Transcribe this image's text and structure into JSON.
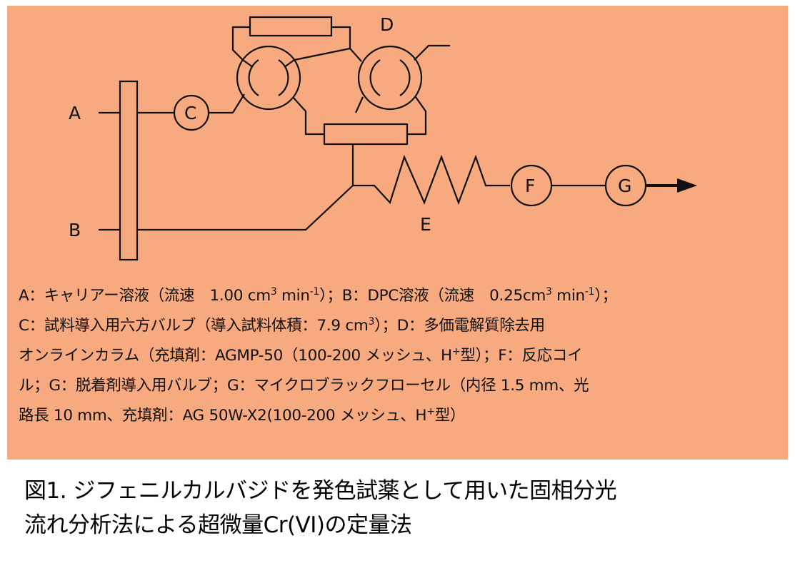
{
  "diagram": {
    "labels": {
      "A": "A",
      "B": "B",
      "C": "C",
      "D": "D",
      "E": "E",
      "F": "F",
      "G": "G"
    }
  },
  "legend": {
    "line1": {
      "part1": "A：キャリアー溶液（流速　1.00 cm",
      "sup1": "3",
      "part2": " min",
      "sup2": "-1",
      "part3": "）；B：DPC溶液（流速　0.25cm",
      "sup3": "3",
      "part4": " min",
      "sup4": "-1",
      "part5": "）；"
    },
    "line2": {
      "part1": "C：試料導入用六方バルブ（導入試料体積：7.9 cm",
      "sup1": "3",
      "part2": "）；D：多価電解質除去用"
    },
    "line3": {
      "part1": "オンラインカラム（充填剤：AGMP-50（100-200 メッシュ、H",
      "sup1": "+",
      "part2": "型）；F：反応コイ"
    },
    "line4": "ル；G：脱着剤導入用バルブ；G：マイクロブラックフローセル（内径 1.5 mm、光",
    "line5": {
      "part1": "路長 10 mm、充填剤：AG 50W-X2(100-200 メッシュ、H",
      "sup1": "+",
      "part2": "型）"
    }
  },
  "caption": {
    "line1": "図1. ジフェニルカルバジドを発色試薬として用いた固相分光",
    "line2": "流れ分析法による超微量Cr(VI)の定量法"
  },
  "colors": {
    "panel": "#f7a97f",
    "ink": "#111111"
  }
}
